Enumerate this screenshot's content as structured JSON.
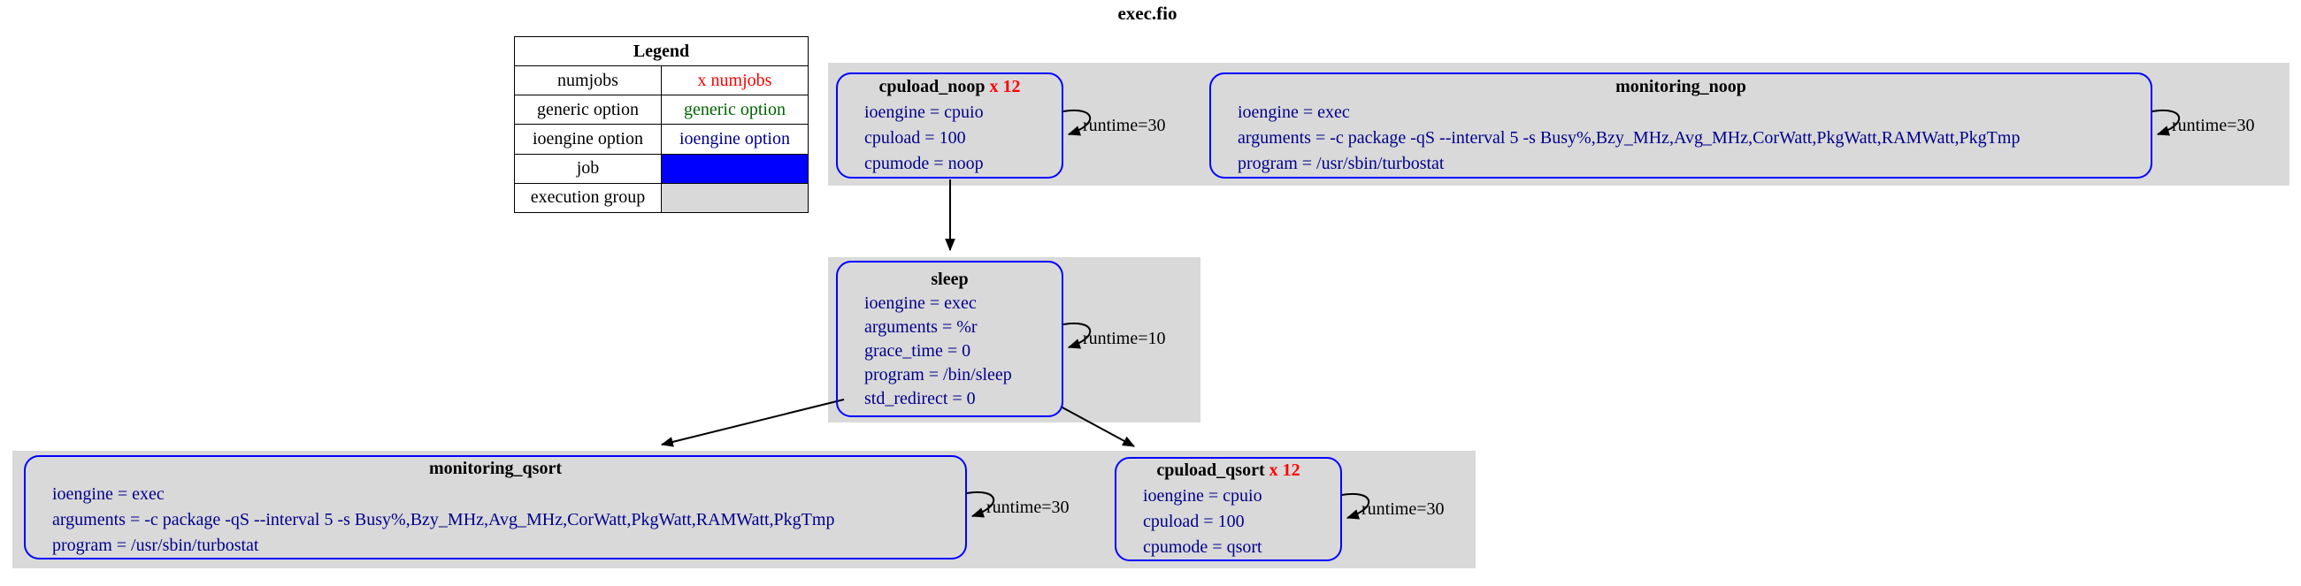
{
  "title": "exec.fio",
  "legend": {
    "header": "Legend",
    "rows": [
      {
        "label": "numjobs",
        "sample": "x numjobs"
      },
      {
        "label": "generic option",
        "sample": "generic option"
      },
      {
        "label": "ioengine option",
        "sample": "ioengine option"
      },
      {
        "label": "job",
        "sample": ""
      },
      {
        "label": "execution group",
        "sample": ""
      }
    ]
  },
  "colors": {
    "numjobs_red": "#ff0000",
    "generic_option_green": "#006400",
    "ioengine_option_blue": "#00008b",
    "job_fill": "#0000ff",
    "execution_group_fill": "#d9d9d9",
    "node_border": "#0000ff"
  },
  "nodes": {
    "cpuload_noop": {
      "name": "cpuload_noop",
      "numjobs": "x 12",
      "options": [
        "ioengine = cpuio",
        "cpuload = 100",
        "cpumode = noop"
      ],
      "loop_label": "runtime=30"
    },
    "monitoring_noop": {
      "name": "monitoring_noop",
      "options": [
        "ioengine = exec",
        "arguments = -c package -qS --interval 5 -s Busy%,Bzy_MHz,Avg_MHz,CorWatt,PkgWatt,RAMWatt,PkgTmp",
        "program = /usr/sbin/turbostat"
      ],
      "loop_label": "runtime=30"
    },
    "sleep": {
      "name": "sleep",
      "options": [
        "ioengine = exec",
        "arguments = %r",
        "grace_time = 0",
        "program = /bin/sleep",
        "std_redirect = 0"
      ],
      "loop_label": "runtime=10"
    },
    "monitoring_qsort": {
      "name": "monitoring_qsort",
      "options": [
        "ioengine = exec",
        "arguments = -c package -qS --interval 5 -s Busy%,Bzy_MHz,Avg_MHz,CorWatt,PkgWatt,RAMWatt,PkgTmp",
        "program = /usr/sbin/turbostat"
      ],
      "loop_label": "runtime=30"
    },
    "cpuload_qsort": {
      "name": "cpuload_qsort",
      "numjobs": "x 12",
      "options": [
        "ioengine = cpuio",
        "cpuload = 100",
        "cpumode = qsort"
      ],
      "loop_label": "runtime=30"
    }
  }
}
